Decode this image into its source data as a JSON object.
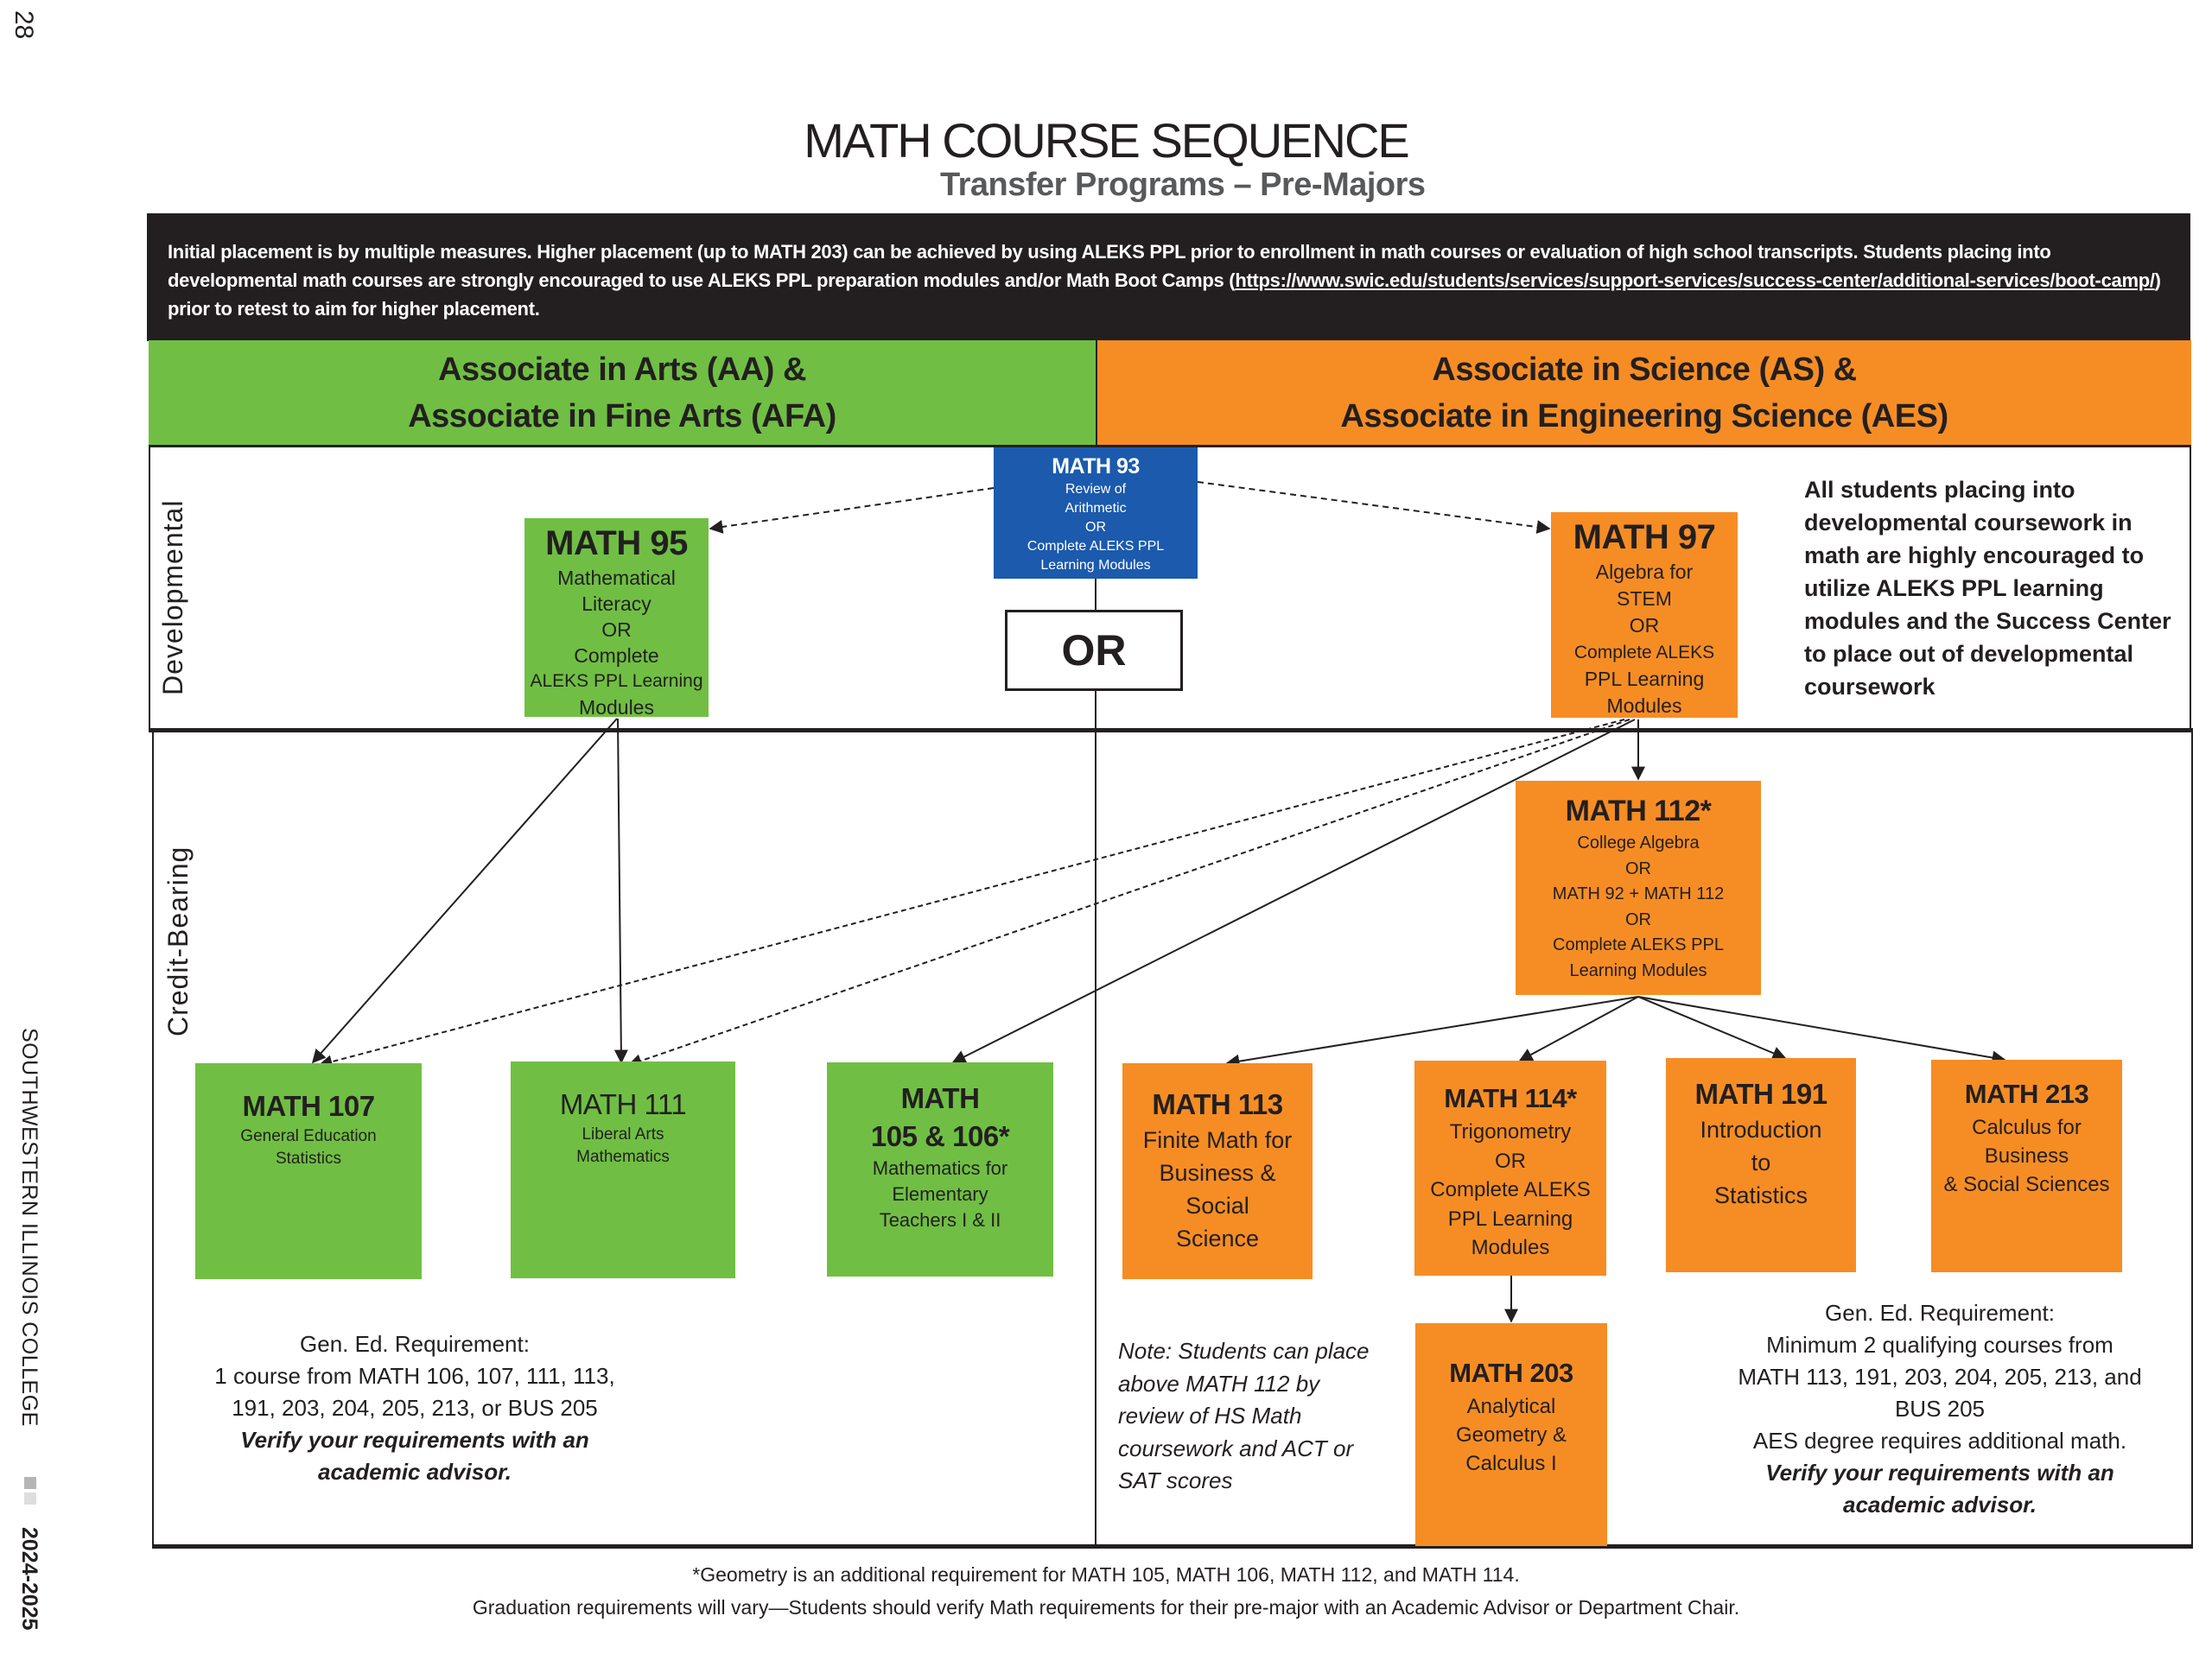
{
  "page": {
    "page_number": "28",
    "side_label": "SOUTHWESTERN ILLINOIS COLLEGE",
    "year": "2024-2025"
  },
  "header": {
    "title": "MATH COURSE SEQUENCE",
    "subtitle": "Transfer Programs – Pre-Majors"
  },
  "intro": {
    "text_before_link": "Initial placement is by multiple measures. Higher placement (up to MATH 203) can be achieved by using ALEKS PPL prior to enrollment in math courses or evaluation of high school transcripts. Students placing into developmental math courses are strongly encouraged  to use ALEKS PPL preparation modules and/or Math Boot Camps (",
    "link": "https://www.swic.edu/students/services/support-services/success-center/additional-services/boot-camp/",
    "text_after_link": ") prior to retest to aim for higher placement."
  },
  "columns": {
    "aa": {
      "line1": "Associate in Arts (AA) &",
      "line2": "Associate in Fine Arts (AFA)",
      "color": "#70bf44"
    },
    "as": {
      "line1": "Associate in Science (AS) &",
      "line2": "Associate in Engineering Science (AES)",
      "color": "#f68d24"
    }
  },
  "sections": {
    "developmental": "Developmental",
    "credit_bearing": "Credit-Bearing"
  },
  "colors": {
    "green": "#70bf44",
    "orange": "#f68d24",
    "blue": "#1b5aad",
    "dark": "#231f20"
  },
  "courses": {
    "math93": {
      "code": "MATH 93",
      "lines": [
        "Review of",
        "Arithmetic",
        "OR",
        "Complete ALEKS PPL",
        "Learning Modules"
      ]
    },
    "or_label": "OR",
    "math95": {
      "code": "MATH 95",
      "lines": [
        "Mathematical",
        "Literacy",
        "OR",
        "Complete",
        "ALEKS PPL Learning",
        "Modules"
      ]
    },
    "math97": {
      "code": "MATH 97",
      "lines": [
        "Algebra for",
        "STEM",
        "OR",
        "Complete ALEKS",
        "PPL Learning",
        "Modules"
      ]
    },
    "math112": {
      "code": "MATH 112*",
      "lines": [
        "College  Algebra",
        "OR",
        "MATH 92 + MATH 112",
        "OR",
        "Complete  ALEKS PPL",
        "Learning  Modules"
      ]
    },
    "math107": {
      "code": "MATH 107",
      "lines": [
        "General  Education",
        "Statistics"
      ]
    },
    "math111": {
      "code": "MATH 111",
      "lines": [
        "Liberal  Arts",
        "Mathematics"
      ]
    },
    "math105": {
      "code_line1": "MATH",
      "code_line2": "105 & 106*",
      "lines": [
        "Mathematics for",
        "Elementary",
        "Teachers I & II"
      ]
    },
    "math113": {
      "code": "MATH 113",
      "lines": [
        "Finite Math for",
        "Business &",
        "Social",
        "Science"
      ]
    },
    "math114": {
      "code": "MATH 114*",
      "lines": [
        "Trigonometry",
        "OR",
        "Complete ALEKS",
        "PPL Learning",
        "Modules"
      ]
    },
    "math191": {
      "code": "MATH 191",
      "lines": [
        "Introduction",
        "to",
        "Statistics"
      ]
    },
    "math213": {
      "code": "MATH 213",
      "lines": [
        "Calculus for",
        "Business",
        "& Social Sciences"
      ]
    },
    "math203": {
      "code": "MATH 203",
      "lines": [
        "Analytical",
        "Geometry &",
        "Calculus I"
      ]
    }
  },
  "notes": {
    "developmental": "All students placing into developmental coursework in math are highly encouraged to utilize ALEKS PPL learning modules and the Success Center to place out of developmental coursework",
    "placement": "Note: Students can place above MATH 112 by review of HS Math coursework and ACT or SAT scores",
    "aa_requirement": {
      "heading": "Gen. Ed. Requirement:",
      "line1": "1 course from MATH  106, 107, 111, 113,",
      "line2": "191, 203, 204, 205, 213, or BUS 205",
      "verify1": "Verify your requirements with an",
      "verify2": "academic advisor."
    },
    "as_requirement": {
      "heading": "Gen. Ed. Requirement:",
      "line1": "Minimum 2 qualifying courses from",
      "line2": "MATH   113, 191, 203, 204, 205, 213, and",
      "line3": "BUS 205",
      "line4": "AES degree requires additional math.",
      "verify1": "Verify your requirements with an",
      "verify2": "academic advisor."
    }
  },
  "footer": {
    "line1": "*Geometry is an additional requirement for MATH 105, MATH 106, MATH 112, and MATH 114.",
    "line2": "Graduation requirements will vary—Students should verify Math requirements for their pre-major with an Academic Advisor or Department Chair."
  }
}
